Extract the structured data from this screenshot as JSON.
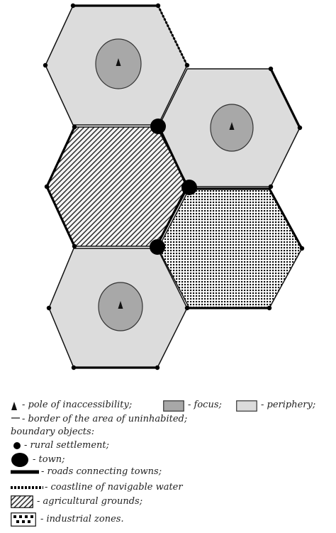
{
  "colors": {
    "periphery": "#dcdcdc",
    "focus": "#a8a8a8",
    "line": "#111111",
    "background": "#ffffff"
  },
  "icons": {
    "pole": "pole-of-inaccessibility-icon",
    "rural": "rural-settlement-icon",
    "town": "town-icon"
  },
  "legend": {
    "pole": "- pole of inaccessibility;",
    "focus": "- focus;",
    "periphery": "- periphery;",
    "border": "- border of the area of uninhabited;",
    "boundary_objects": "boundary objects:",
    "rural": "- rural settlement;",
    "town": "- town;",
    "roads": "- roads connecting towns;",
    "coastline": "- coastline of navigable water",
    "agricultural": "- agricultural grounds;",
    "industrial": "- industrial zones."
  }
}
